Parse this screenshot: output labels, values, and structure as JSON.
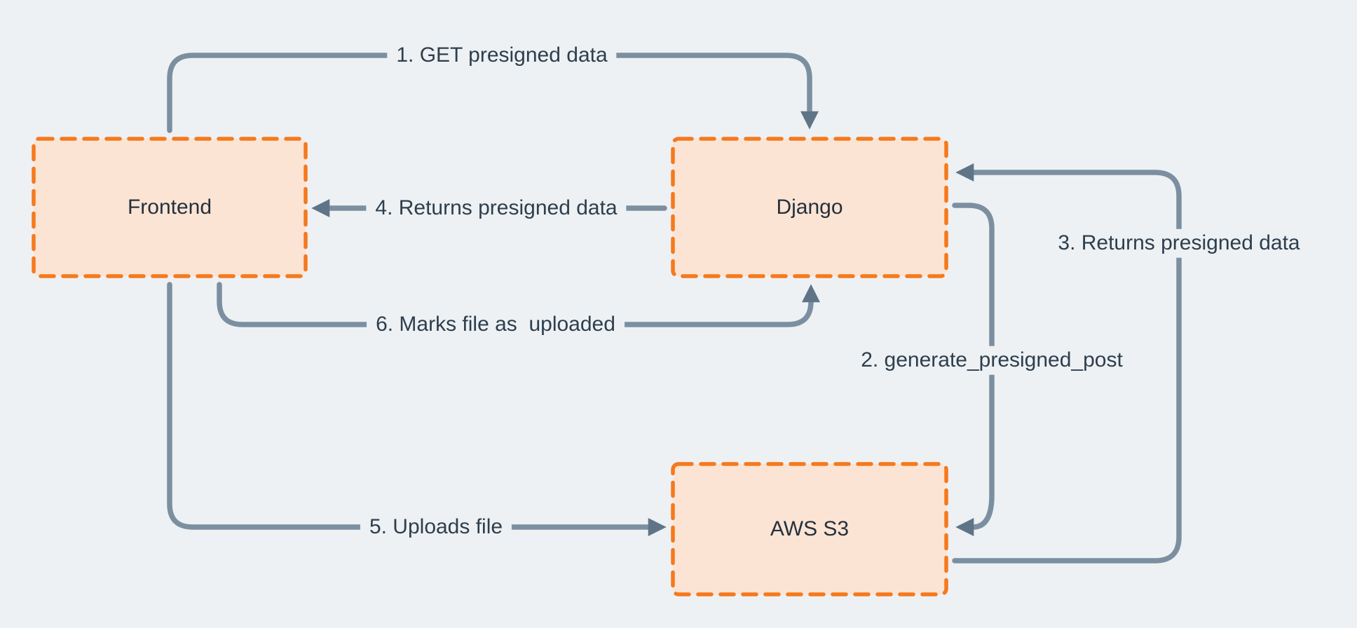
{
  "diagram": {
    "colors": {
      "background": "#edf1f4",
      "node_fill": "#fce4d4",
      "node_border": "#f5791d",
      "arrow_line": "#7b8fa0",
      "arrowhead": "#5f7587",
      "edge_text": "#2e3e4c",
      "node_text": "#24313e"
    },
    "nodes": [
      {
        "id": "frontend",
        "label": "Frontend"
      },
      {
        "id": "django",
        "label": "Django"
      },
      {
        "id": "aws-s3",
        "label": "AWS S3"
      }
    ],
    "edges": [
      {
        "step": 1,
        "label": "1. GET presigned data",
        "from": "Frontend",
        "to": "Django"
      },
      {
        "step": 2,
        "label": "2. generate_presigned_post",
        "from": "Django",
        "to": "AWS S3"
      },
      {
        "step": 3,
        "label": "3. Returns presigned data",
        "from": "AWS S3",
        "to": "Django"
      },
      {
        "step": 4,
        "label": "4. Returns presigned data",
        "from": "Django",
        "to": "Frontend"
      },
      {
        "step": 5,
        "label": "5. Uploads file",
        "from": "Frontend",
        "to": "AWS S3"
      },
      {
        "step": 6,
        "label": "6. Marks file as  uploaded",
        "from": "Frontend",
        "to": "Django"
      }
    ]
  }
}
